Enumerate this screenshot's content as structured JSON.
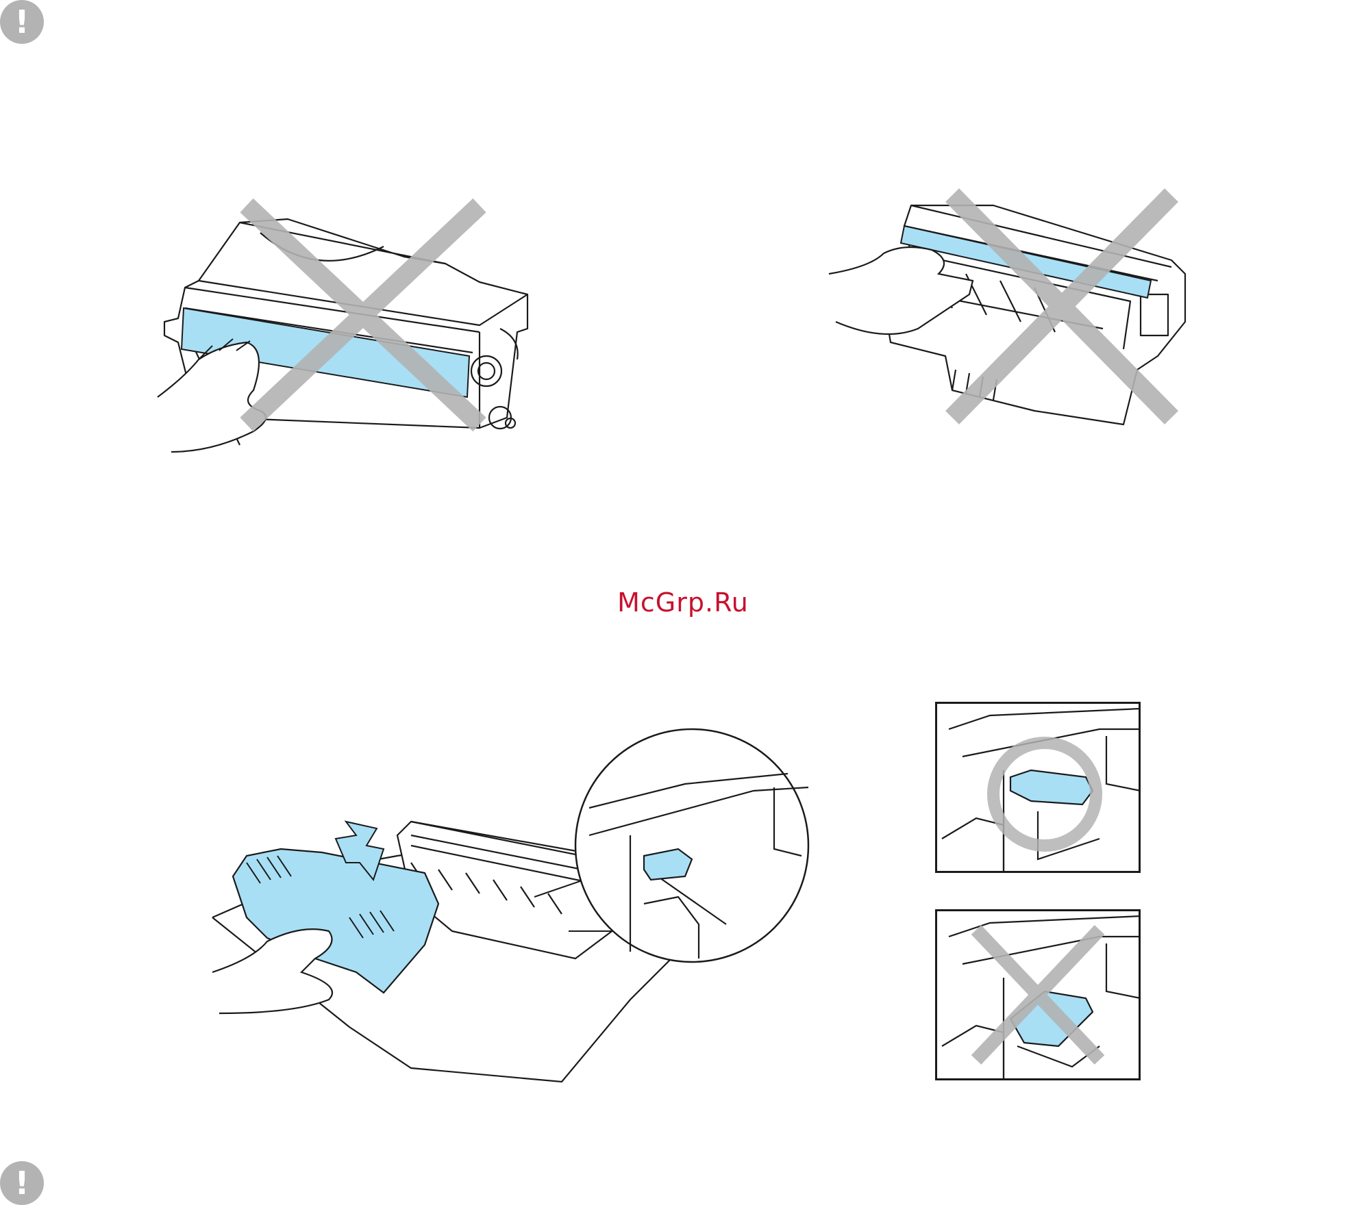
{
  "icons": {
    "caution_top": "caution-icon",
    "caution_bottom": "caution-icon",
    "glyph": "!"
  },
  "watermark": {
    "text": "McGrp.Ru"
  },
  "colors": {
    "accent_blue": "#a8dff5",
    "mark_gray": "#b3b3b3",
    "line": "#1a1a1a",
    "watermark": "#c8102e"
  },
  "illustrations": [
    {
      "id": "toner-cartridge-do-not-touch-roller",
      "mark": "cross"
    },
    {
      "id": "drum-unit-do-not-touch-drum",
      "mark": "cross"
    },
    {
      "id": "install-toner-into-drum-unit",
      "mark": "arrow"
    },
    {
      "id": "lever-correct-position",
      "mark": "circle"
    },
    {
      "id": "lever-incorrect-position",
      "mark": "cross"
    }
  ]
}
